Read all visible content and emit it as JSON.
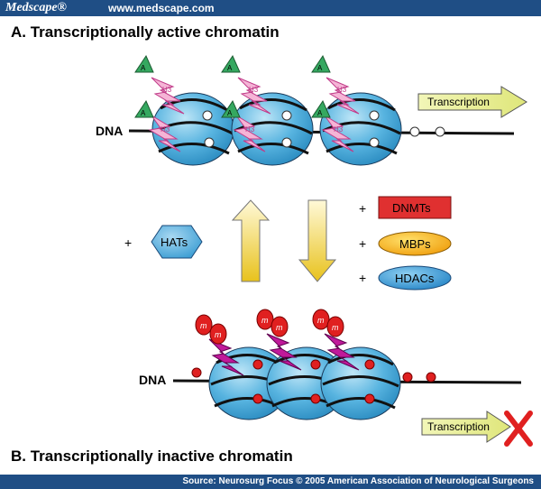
{
  "header": {
    "brand": "Medscape®",
    "url": "www.medscape.com"
  },
  "panel_a": {
    "title": "A.  Transcriptionally active chromatin",
    "dna_label": "DNA",
    "transcription_label": "Transcription"
  },
  "panel_b": {
    "title": "B.  Transcriptionally inactive chromatin",
    "dna_label": "DNA",
    "transcription_label": "Transcription"
  },
  "middle": {
    "hats": {
      "sign": "+",
      "label": "HATs"
    },
    "dnmts": {
      "sign": "+",
      "label": "DNMTs"
    },
    "mbps": {
      "sign": "+",
      "label": "MBPs"
    },
    "hdacs": {
      "sign": "+",
      "label": "HDACs"
    }
  },
  "marks": {
    "acetyl": "A",
    "h3": "H3",
    "methyl": "m"
  },
  "footer": {
    "source": "Source: Neurosurg Focus © 2005 American Association of Neurological Surgeons"
  }
}
